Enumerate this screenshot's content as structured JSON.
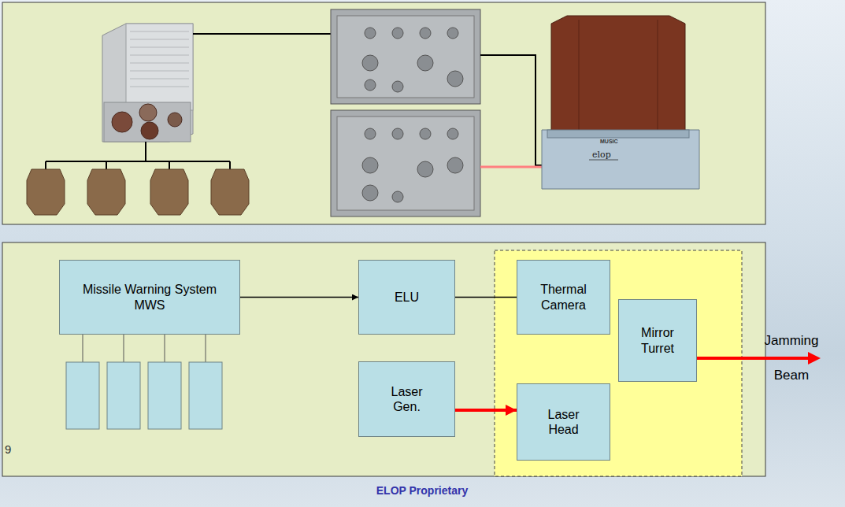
{
  "diagram": {
    "nodes": [
      {
        "text": [
          "Missile Warning System MWS"
        ]
      },
      {
        "text": [
          "ELU"
        ]
      },
      {
        "text": [
          "Thermal Camera"
        ]
      },
      {
        "text": [
          "Mirror Turret"
        ]
      },
      {
        "text": [
          "Laser Gen."
        ]
      },
      {
        "text": [
          "Laser Head"
        ]
      }
    ],
    "edges": [
      {
        "from": 0,
        "to": 1,
        "arrow": "to"
      },
      {
        "from": 1,
        "to": 2,
        "arrow": "none"
      },
      {
        "from": 4,
        "to": 5,
        "arrow": "to"
      }
    ],
    "labels": [
      "Jamming Beam",
      "MUSIC",
      "elop",
      "9",
      "ELOP Proprietary"
    ]
  }
}
